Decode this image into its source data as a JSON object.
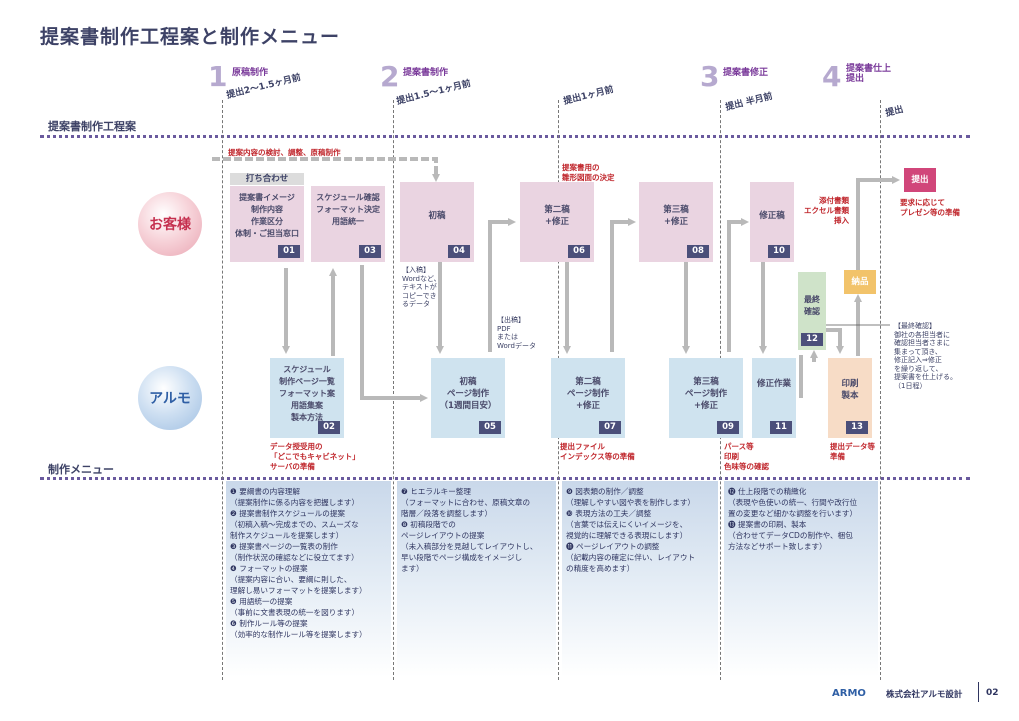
{
  "title": "提案書制作工程案と制作メニュー",
  "sections": {
    "process": "提案書制作工程案",
    "menu": "制作メニュー"
  },
  "phases": [
    {
      "num": "1",
      "title": "原稿制作",
      "deadline": "提出2〜1.5ヶ月前"
    },
    {
      "num": "2",
      "title": "提案書制作",
      "deadline": "提出1.5〜1ヶ月前"
    },
    {
      "num": "",
      "title": "",
      "deadline": "提出1ヶ月前"
    },
    {
      "num": "3",
      "title": "提案書修正",
      "deadline": "提出 半月前"
    },
    {
      "num": "4",
      "title": "提案書仕上\n提出",
      "deadline": "提出"
    }
  ],
  "actors": {
    "client": "お客様",
    "armo": "アルモ"
  },
  "top_note": "提案内容の検討、調整、原稿制作",
  "meeting_label": "打ち合わせ",
  "boxes": {
    "b01": {
      "text": "提案書イメージ\n制作内容\n作業区分\n体制・ご担当窓口",
      "num": "01"
    },
    "b03": {
      "text": "スケジュール確認\nフォーマット決定\n用語統一",
      "num": "03"
    },
    "b04": {
      "text": "初稿",
      "num": "04"
    },
    "b06": {
      "text": "第二稿\n+修正",
      "num": "06"
    },
    "b08": {
      "text": "第三稿\n+修正",
      "num": "08"
    },
    "b10": {
      "text": "修正稿",
      "num": "10"
    },
    "b02": {
      "text": "スケジュール\n制作ページ一覧\nフォーマット案\n用語集案\n製本方法",
      "num": "02"
    },
    "b05": {
      "text": "初稿\nページ制作\n（1週間目安）",
      "num": "05"
    },
    "b07": {
      "text": "第二稿\nページ制作\n+修正",
      "num": "07"
    },
    "b09": {
      "text": "第三稿\nページ制作\n+修正",
      "num": "09"
    },
    "b11": {
      "text": "修正作業",
      "num": "11"
    },
    "b12": {
      "text": "最終\n確認",
      "num": "12"
    },
    "b13": {
      "text": "印刷\n製本",
      "num": "13"
    },
    "nouhin": {
      "text": "納品"
    },
    "teishutsu": {
      "text": "提出"
    }
  },
  "notes": {
    "n_diagram": "提案書用の\n雛形図面の決定",
    "n_input": "【入稿】\nWordなど、\nテキストが\nコピーでき\nるデータ",
    "n_output": "【出稿】\nPDF\nまたは\nWordデータ",
    "n_cabinet": "データ授受用の\n「どこでもキャビネット」\nサーバの準備",
    "n_file": "提出ファイル\nインデックス等の準備",
    "n_pass": "パース等\n印刷\n色味等の確認",
    "n_attach": "添付書類\nエクセル書類\n挿入",
    "n_print": "提出データ等\n準備",
    "n_present": "要求に応じて\nプレゼン等の準備",
    "n_final": "【最終確認】\n御社の各担当者に\n確認担当者さまに\n集まって頂き、\n修正記入⇒修正\nを繰り返して、\n提案書を仕上げる。\n（1日程）"
  },
  "menu": {
    "col1": "❶ 要綱書の内容理解\n（提案制作に係る内容を把握します）\n❷ 提案書制作スケジュールの提案\n（初稿入稿〜完成までの、スムーズな\n制作スケジュールを提案します）\n❸ 提案書ページの一覧表の制作\n（制作状況の確認などに役立てます）\n❹ フォーマットの提案\n（提案内容に合い、要綱に則した、\n理解し易いフォーマットを提案します）\n❺ 用語統一の提案\n（事前に文書表現の統一を図ります）\n❻ 制作ルール等の提案\n（効率的な制作ルール等を提案します）",
    "col2": "❼ ヒエラルキー整理\n（フォーマットに合わせ、原稿文章の\n階層／段落を調整します）\n❽ 初稿段階での\nページレイアウトの提案\n（未入稿部分を見越してレイアウトし、\n早い段階でページ構成をイメージし\nます）",
    "col3": "❾ 図表類の制作／調整\n（理解しやすい図や表を制作します）\n❿ 表現方法の工夫／調整\n（言葉では伝えにくいイメージを、\n視覚的に理解できる表現にします）\n⓫ ページレイアウトの調整\n（記載内容の確定に伴い、レイアウト\nの精度を高めます）",
    "col4": "⓬ 仕上段階での精緻化\n（表現や色使いの統一、行間や改行位\n置の変更など細かな調整を行います）\n⓭ 提案書の印刷、製本\n（合わせてデータCDの制作や、梱包\n方法などサポート致します）"
  },
  "footer": {
    "logo": "ARMO",
    "company": "株式会社アルモ設計",
    "page": "02"
  },
  "colors": {
    "arrow": "#b9b9b9",
    "accent_red": "#c0272d",
    "nav": "#4b4f7a",
    "dots": "#6a5a9e"
  }
}
